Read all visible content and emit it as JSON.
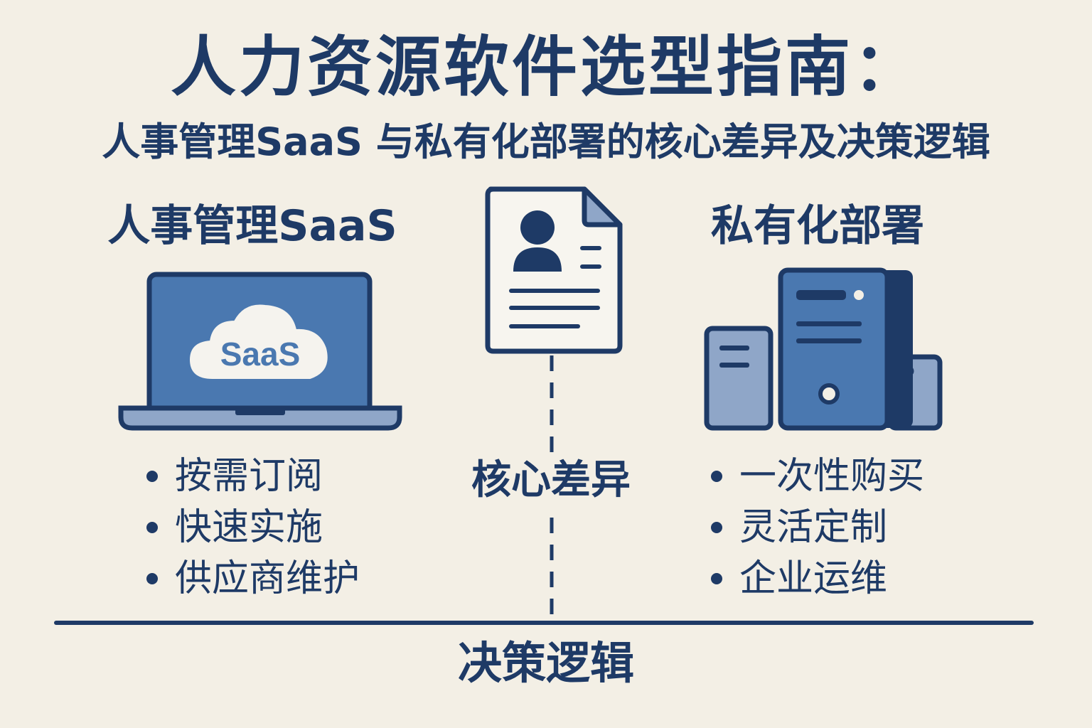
{
  "title": "人力资源软件选型指南：",
  "subtitle": "人事管理SaaS 与私有化部署的核心差异及决策逻辑",
  "left": {
    "heading": "人事管理SaaS",
    "cloud_label": "SaaS",
    "bullets": [
      "按需订阅",
      "快速实施",
      "供应商维护"
    ]
  },
  "center": {
    "label": "核心差异"
  },
  "right": {
    "heading": "私有化部署",
    "bullets": [
      "一次性购买",
      "灵活定制",
      "企业运维"
    ]
  },
  "bottom": {
    "label": "决策逻辑"
  },
  "colors": {
    "background": "#f3efe5",
    "navy": "#1e3a66",
    "blue_mid": "#4a78b0",
    "blue_light": "#8fa6c8"
  },
  "icons": {
    "left": "laptop-cloud-icon",
    "center": "resume-document-icon",
    "right": "server-tower-icon"
  }
}
